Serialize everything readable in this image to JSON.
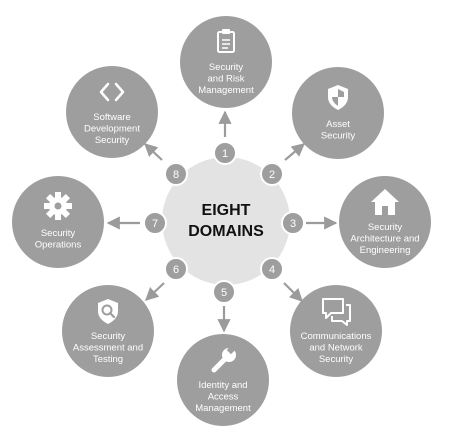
{
  "center": {
    "lines": [
      "EIGHT",
      "DOMAINS"
    ]
  },
  "domains": [
    {
      "number": "1",
      "icon": "clipboard-icon",
      "label_lines": [
        "Security",
        "and Risk",
        "Management"
      ]
    },
    {
      "number": "2",
      "icon": "shield-icon",
      "label_lines": [
        "Asset",
        "Security"
      ]
    },
    {
      "number": "3",
      "icon": "house-icon",
      "label_lines": [
        "Security",
        "Architecture and",
        "Engineering"
      ]
    },
    {
      "number": "4",
      "icon": "chat-bubbles-icon",
      "label_lines": [
        "Communications",
        "and Network",
        "Security"
      ]
    },
    {
      "number": "5",
      "icon": "wrench-icon",
      "label_lines": [
        "Identity and",
        "Access",
        "Management"
      ]
    },
    {
      "number": "6",
      "icon": "magnifier-shield-icon",
      "label_lines": [
        "Security",
        "Assessment and",
        "Testing"
      ]
    },
    {
      "number": "7",
      "icon": "gear-icon",
      "label_lines": [
        "Security",
        "Operations"
      ]
    },
    {
      "number": "8",
      "icon": "code-brackets-icon",
      "label_lines": [
        "Software",
        "Development",
        "Security"
      ]
    }
  ],
  "colors": {
    "outer_circle": "#9e9e9e",
    "center_circle": "#e3e3e3",
    "center_text": "#111111",
    "number_badge": "#9e9e9e",
    "arrow": "#9b9b9b",
    "label_text": "#ffffff"
  }
}
